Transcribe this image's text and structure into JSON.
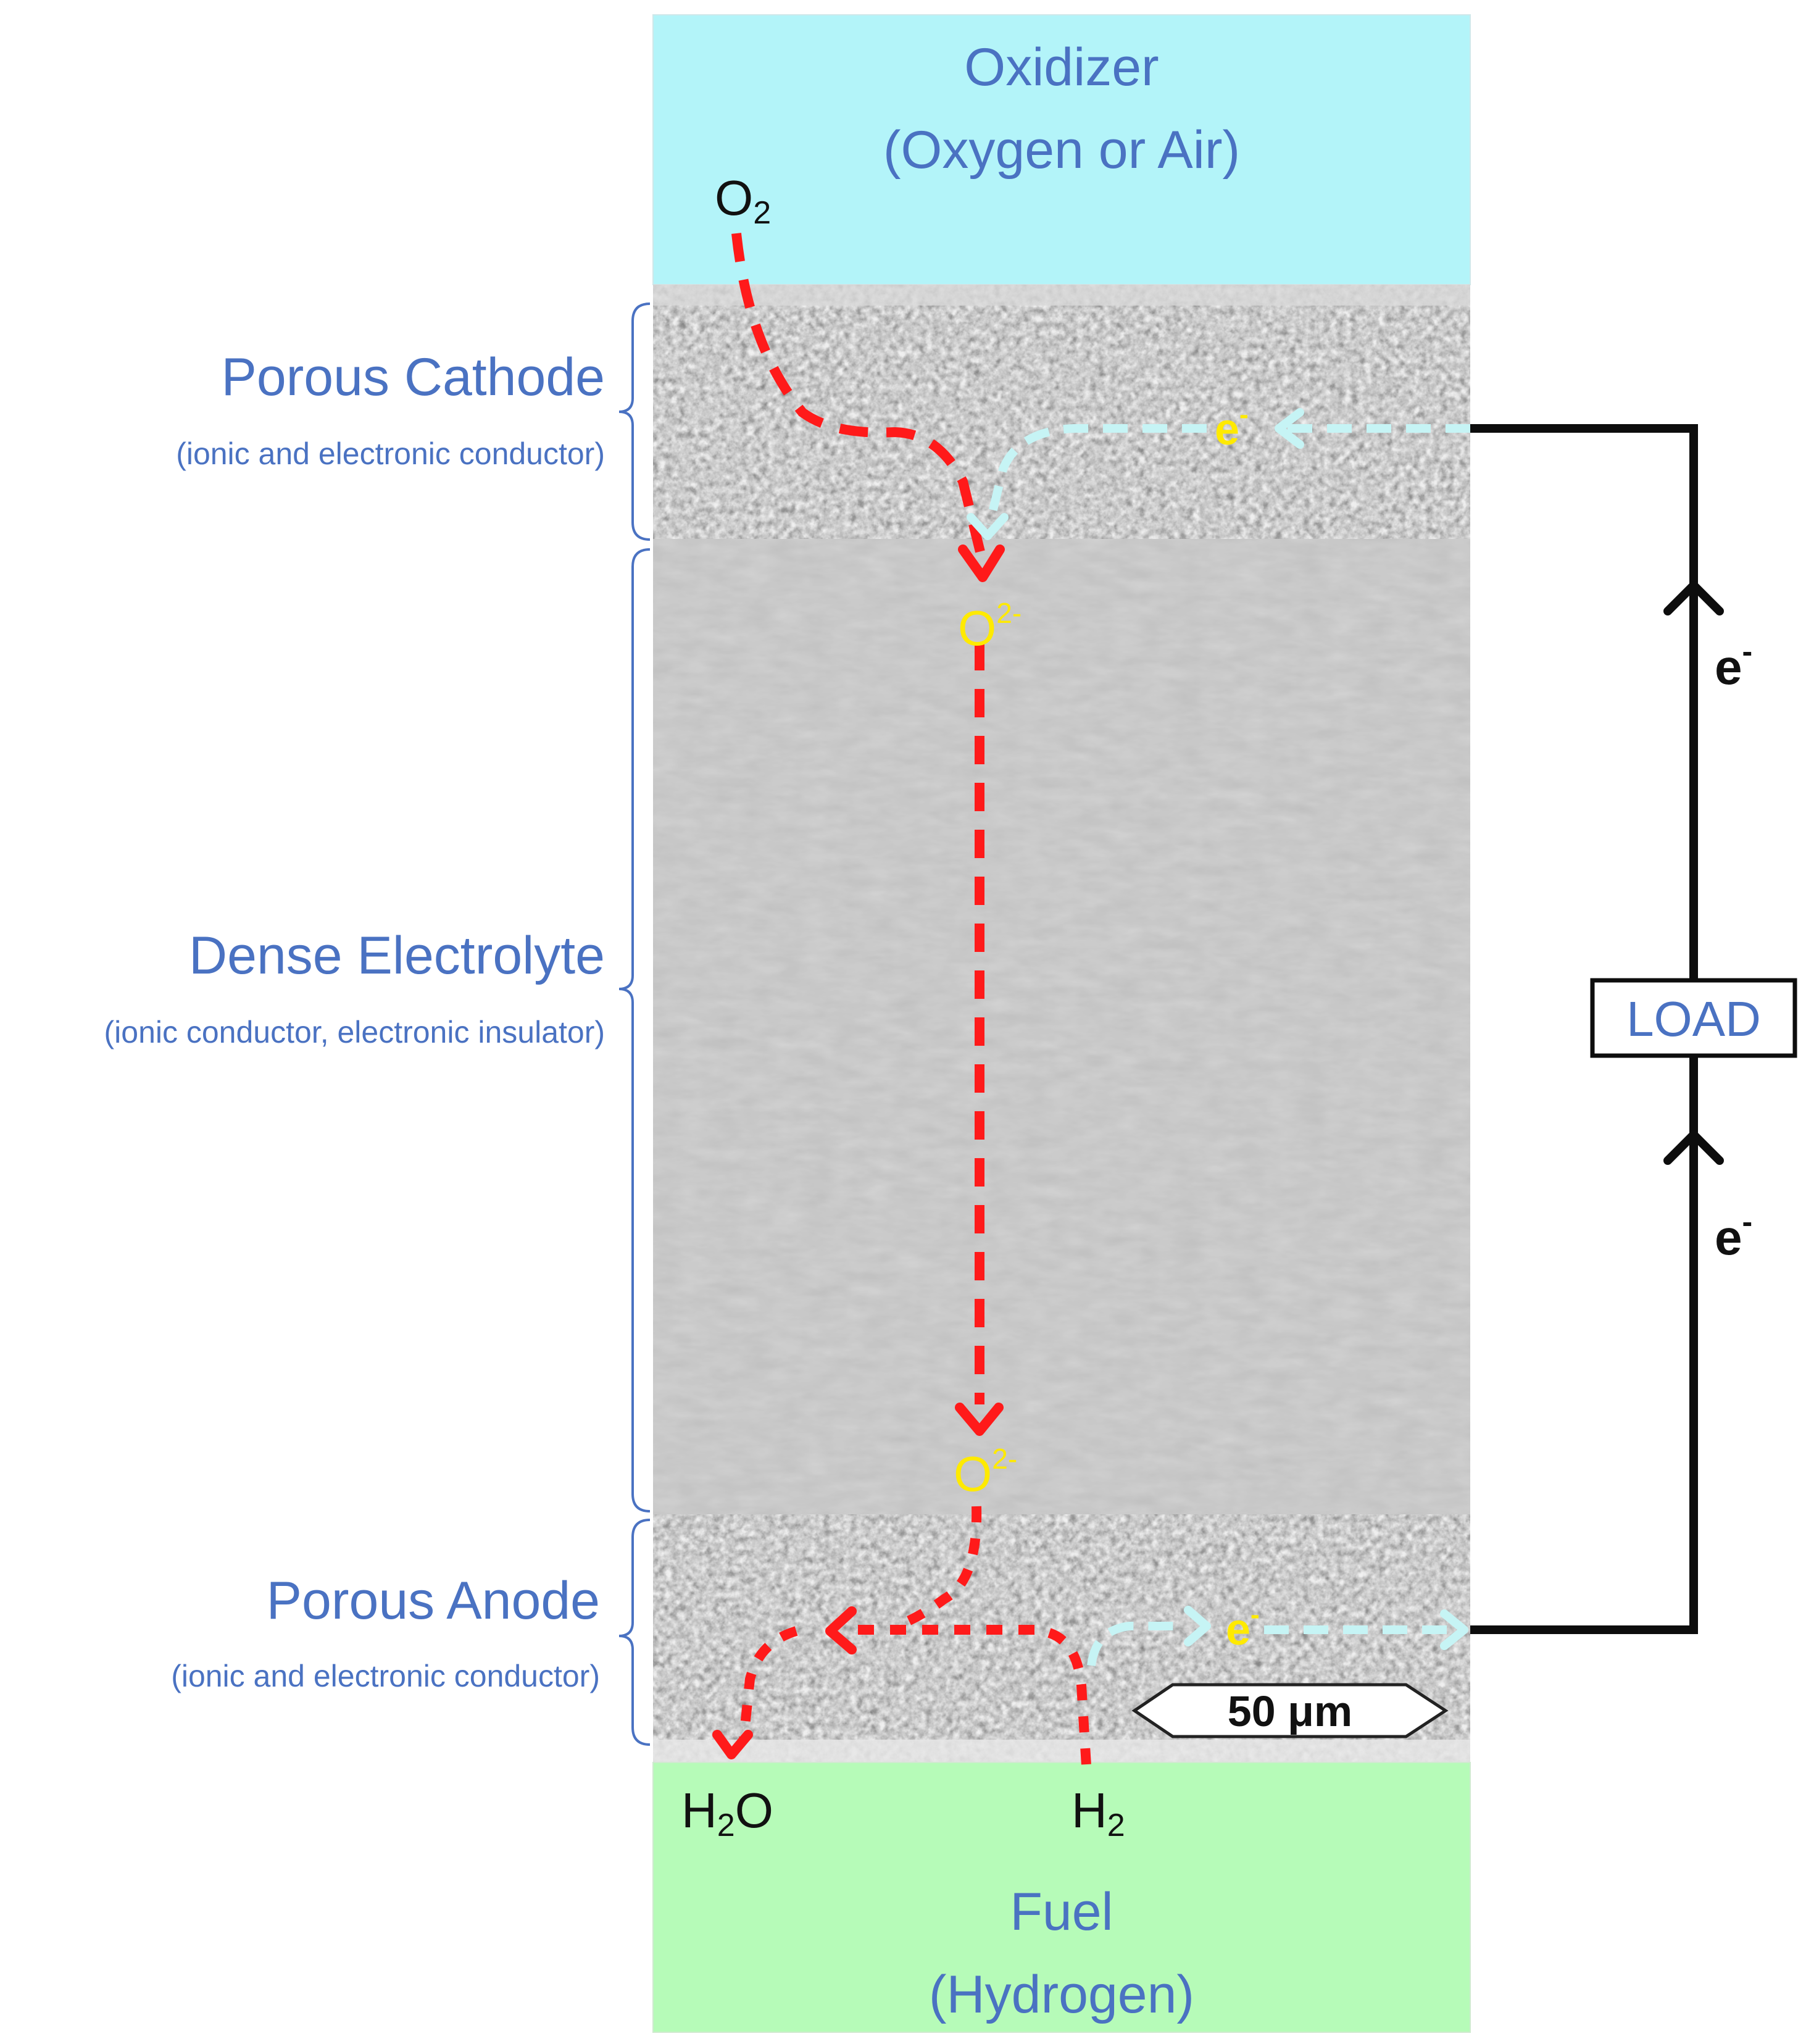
{
  "colors": {
    "oxidizer_bg": "#b3f4f9",
    "fuel_bg": "#b6fbb8",
    "label_blue": "#4a72c2",
    "ion_path": "#ff1a1a",
    "electron_path": "#c6f4f5",
    "circuit": "#0d0d0d",
    "ion_label": "#ffea00"
  },
  "oxidizer": {
    "line1": "Oxidizer",
    "line2": "(Oxygen or Air)"
  },
  "fuel": {
    "line1": "Fuel",
    "line2": "(Hydrogen)"
  },
  "layers": {
    "cathode": {
      "title": "Porous Cathode",
      "subtitle": "(ionic and electronic conductor)"
    },
    "electrolyte": {
      "title": "Dense Electrolyte",
      "subtitle": "(ionic conductor, electronic insulator)"
    },
    "anode": {
      "title": "Porous Anode",
      "subtitle": "(ionic and electronic conductor)"
    }
  },
  "species": {
    "o2": {
      "base": "O",
      "sub": "2"
    },
    "o2_minus": {
      "base": "O",
      "sup": "2-"
    },
    "h2o": {
      "pre": "H",
      "sub": "2",
      "post": "O"
    },
    "h2": {
      "base": "H",
      "sub": "2"
    },
    "electron": {
      "base": "e",
      "sup": "-"
    }
  },
  "load_label": "LOAD",
  "scale_bar": "50 μm"
}
